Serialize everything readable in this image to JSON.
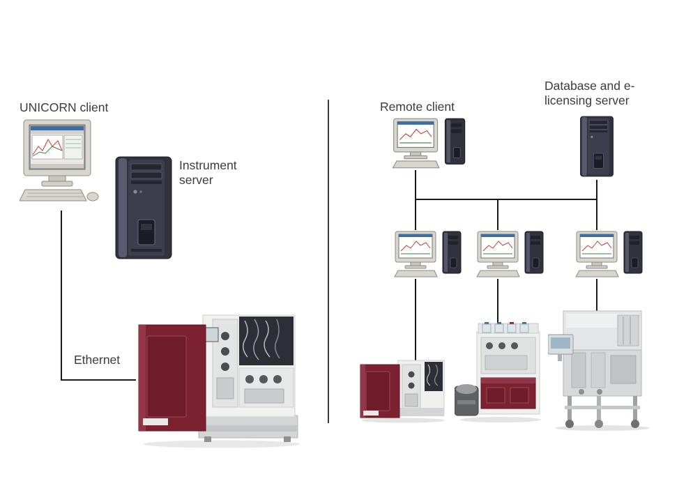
{
  "figure": {
    "labels": {
      "unicorn_client": "UNICORN client",
      "instrument_server": "Instrument server",
      "ethernet": "Ethernet",
      "remote_client": "Remote client",
      "database_server": "Database and e-licensing server"
    },
    "icons": {
      "unicorn_client": "desktop-computer-icon",
      "instrument_server": "tower-server-icon",
      "remote_client": "desktop-with-tower-icon",
      "database_server": "tower-server-icon",
      "network_workstations": "desktop-with-tower-icon",
      "left_instrument": "large-chromatography-system-icon",
      "right_instrument_1": "benchtop-chromatography-system-icon",
      "right_instrument_2": "lab-chromatography-system-icon",
      "right_instrument_3": "process-chromatography-skid-icon"
    },
    "connections": [
      "unicorn-client -- Ethernet -- large-chromatography-system",
      "remote-client -- network-bus",
      "database-server -- network-bus",
      "network-bus -- workstation-1 -- benchtop-chromatography-system",
      "network-bus -- workstation-2 -- lab-chromatography-system",
      "network-bus -- workstation-3 -- process-chromatography-skid"
    ],
    "colors": {
      "text": "#3b3b3a",
      "line": "#1a1a1a",
      "divider": "#3b3b3b",
      "instrument_red": "#7c2130",
      "tower_body": "#32323f",
      "monitor_beige": "#d9d6ce",
      "steel_gray": "#d7d9da"
    }
  }
}
